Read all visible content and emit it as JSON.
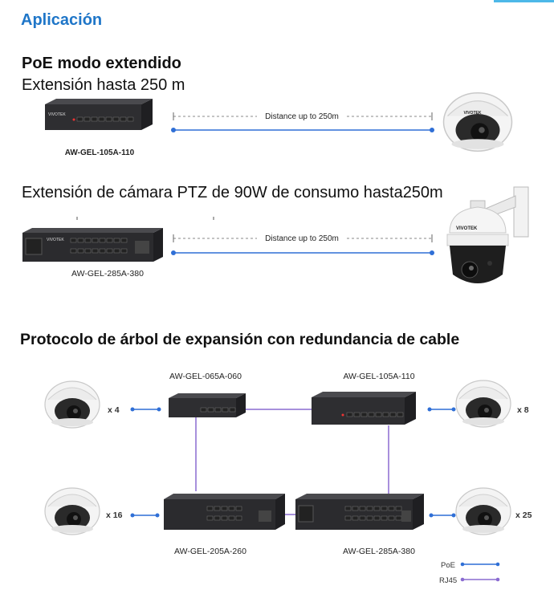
{
  "title": "Aplicación",
  "section1": {
    "heading": "PoE modo extendido",
    "sub1": "Extensión hasta 250 m",
    "sub2": "Extensión de cámara PTZ de 90W de consumo hasta250m",
    "distance_label": "Distance up to 250m",
    "model1": "AW-GEL-105A-110",
    "model2": "AW-GEL-285A-380",
    "brand": "VIVOTEK"
  },
  "section2": {
    "heading": "Protocolo de árbol de expansión con redundancia de cable",
    "switches": {
      "top_left": "AW-GEL-065A-060",
      "top_right": "AW-GEL-105A-110",
      "bottom_left": "AW-GEL-205A-260",
      "bottom_right": "AW-GEL-285A-380"
    },
    "counts": {
      "tl": "x 4",
      "tr": "x 8",
      "bl": "x 16",
      "br": "x 25"
    },
    "legend": {
      "poe": "PoE",
      "rj45": "RJ45"
    },
    "colors": {
      "poe": "#2f6fd6",
      "rj45": "#8a6bd1"
    }
  }
}
